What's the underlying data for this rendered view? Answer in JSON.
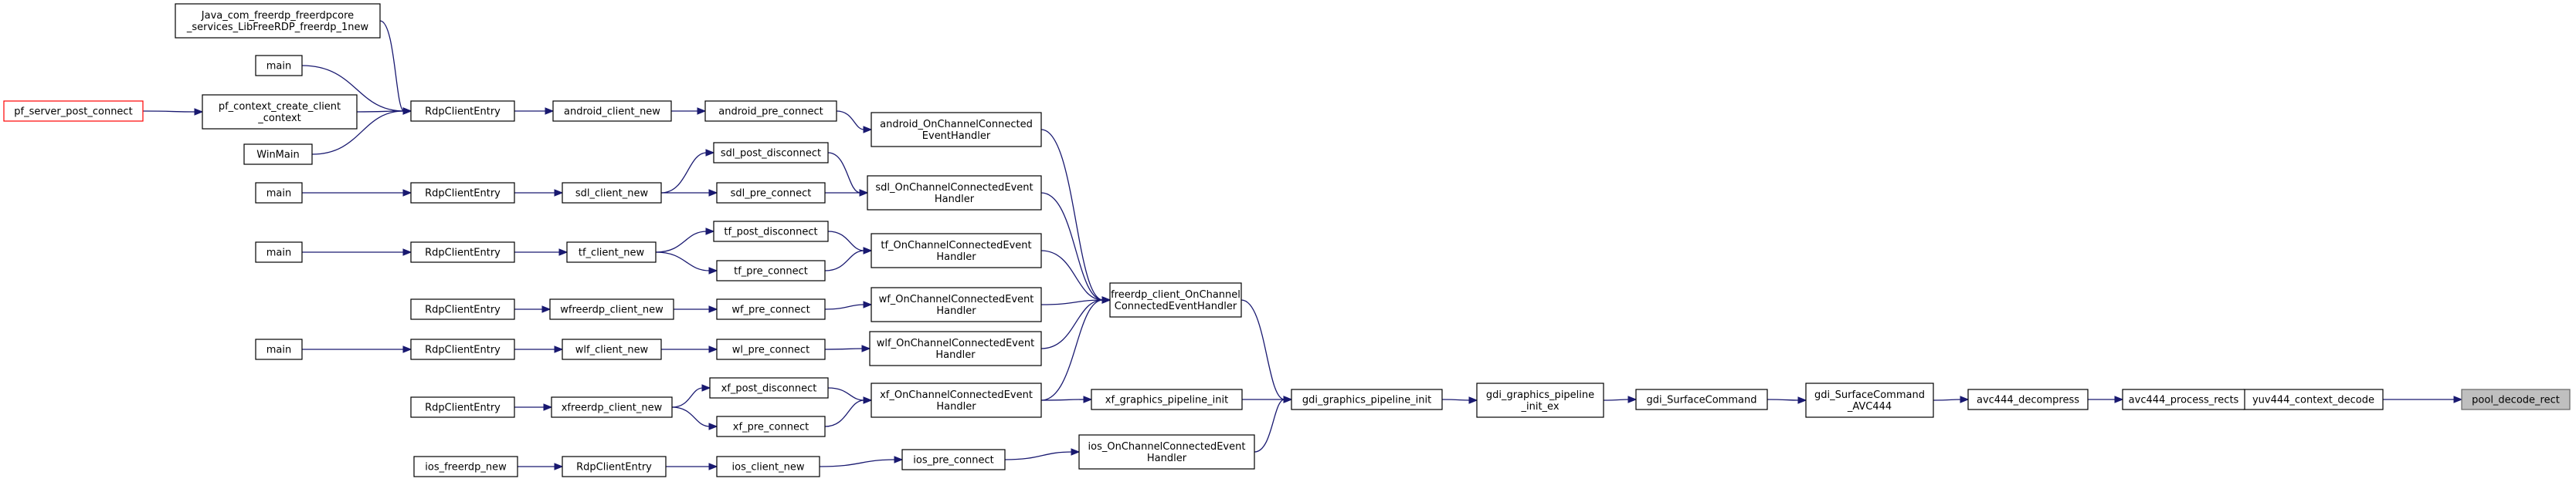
{
  "diagram": {
    "title": "",
    "nodes": [
      {
        "id": "pool_decode_rect",
        "label": "pool_decode_rect",
        "root": true
      },
      {
        "id": "yuv444_context_decode",
        "label": "yuv444_context_decode"
      },
      {
        "id": "avc444_process_rects",
        "label": "avc444_process_rects"
      },
      {
        "id": "avc444_decompress",
        "label": "avc444_decompress"
      },
      {
        "id": "gdi_SurfaceCommand_AVC444",
        "label": "gdi_SurfaceCommand\n_AVC444"
      },
      {
        "id": "gdi_SurfaceCommand",
        "label": "gdi_SurfaceCommand"
      },
      {
        "id": "gdi_graphics_pipeline_init_ex",
        "label": "gdi_graphics_pipeline\n_init_ex"
      },
      {
        "id": "gdi_graphics_pipeline_init",
        "label": "gdi_graphics_pipeline_init"
      },
      {
        "id": "freerdp_client_OnChannelConnectedEventHandler",
        "label": "freerdp_client_OnChannel\nConnectedEventHandler"
      },
      {
        "id": "xf_graphics_pipeline_init",
        "label": "xf_graphics_pipeline_init"
      },
      {
        "id": "ios_OnChannelConnectedEventHandler",
        "label": "ios_OnChannelConnectedEvent\nHandler"
      },
      {
        "id": "android_OnChannelConnectedEventHandler",
        "label": "android_OnChannelConnected\nEventHandler"
      },
      {
        "id": "sdl_OnChannelConnectedEventHandler",
        "label": "sdl_OnChannelConnectedEvent\nHandler"
      },
      {
        "id": "tf_OnChannelConnectedEventHandler",
        "label": "tf_OnChannelConnectedEvent\nHandler"
      },
      {
        "id": "wf_OnChannelConnectedEventHandler",
        "label": "wf_OnChannelConnectedEvent\nHandler"
      },
      {
        "id": "wlf_OnChannelConnectedEventHandler",
        "label": "wlf_OnChannelConnectedEvent\nHandler"
      },
      {
        "id": "xf_OnChannelConnectedEventHandler",
        "label": "xf_OnChannelConnectedEvent\nHandler"
      },
      {
        "id": "android_pre_connect",
        "label": "android_pre_connect"
      },
      {
        "id": "sdl_post_disconnect",
        "label": "sdl_post_disconnect"
      },
      {
        "id": "sdl_pre_connect",
        "label": "sdl_pre_connect"
      },
      {
        "id": "tf_post_disconnect",
        "label": "tf_post_disconnect"
      },
      {
        "id": "tf_pre_connect",
        "label": "tf_pre_connect"
      },
      {
        "id": "wf_pre_connect",
        "label": "wf_pre_connect"
      },
      {
        "id": "wl_pre_connect",
        "label": "wl_pre_connect"
      },
      {
        "id": "xf_post_disconnect",
        "label": "xf_post_disconnect"
      },
      {
        "id": "xf_pre_connect",
        "label": "xf_pre_connect"
      },
      {
        "id": "ios_pre_connect",
        "label": "ios_pre_connect"
      },
      {
        "id": "android_client_new",
        "label": "android_client_new"
      },
      {
        "id": "sdl_client_new",
        "label": "sdl_client_new"
      },
      {
        "id": "tf_client_new",
        "label": "tf_client_new"
      },
      {
        "id": "wfreerdp_client_new",
        "label": "wfreerdp_client_new"
      },
      {
        "id": "wlf_client_new",
        "label": "wlf_client_new"
      },
      {
        "id": "xfreerdp_client_new",
        "label": "xfreerdp_client_new"
      },
      {
        "id": "ios_client_new",
        "label": "ios_client_new"
      },
      {
        "id": "RdpClientEntry_android",
        "label": "RdpClientEntry"
      },
      {
        "id": "RdpClientEntry_sdl",
        "label": "RdpClientEntry"
      },
      {
        "id": "RdpClientEntry_tf",
        "label": "RdpClientEntry"
      },
      {
        "id": "RdpClientEntry_wf",
        "label": "RdpClientEntry"
      },
      {
        "id": "RdpClientEntry_wlf",
        "label": "RdpClientEntry"
      },
      {
        "id": "RdpClientEntry_xf",
        "label": "RdpClientEntry"
      },
      {
        "id": "RdpClientEntry_ios",
        "label": "RdpClientEntry"
      },
      {
        "id": "java_jni",
        "label": "Java_com_freerdp_freerdpcore\n_services_LibFreeRDP_freerdp_1new"
      },
      {
        "id": "main_android",
        "label": "main"
      },
      {
        "id": "pf_context_create_client_context",
        "label": "pf_context_create_client\n_context"
      },
      {
        "id": "WinMain",
        "label": "WinMain"
      },
      {
        "id": "pf_server_post_connect",
        "label": "pf_server_post_connect",
        "extern": true
      },
      {
        "id": "main_sdl",
        "label": "main"
      },
      {
        "id": "main_tf",
        "label": "main"
      },
      {
        "id": "main_wlf",
        "label": "main"
      },
      {
        "id": "ios_freerdp_new",
        "label": "ios_freerdp_new"
      }
    ],
    "edges": [
      [
        "yuv444_context_decode",
        "pool_decode_rect"
      ],
      [
        "avc444_process_rects",
        "yuv444_context_decode"
      ],
      [
        "avc444_decompress",
        "avc444_process_rects"
      ],
      [
        "gdi_SurfaceCommand_AVC444",
        "avc444_decompress"
      ],
      [
        "gdi_SurfaceCommand",
        "gdi_SurfaceCommand_AVC444"
      ],
      [
        "gdi_graphics_pipeline_init_ex",
        "gdi_SurfaceCommand"
      ],
      [
        "gdi_graphics_pipeline_init",
        "gdi_graphics_pipeline_init_ex"
      ],
      [
        "freerdp_client_OnChannelConnectedEventHandler",
        "gdi_graphics_pipeline_init"
      ],
      [
        "xf_graphics_pipeline_init",
        "gdi_graphics_pipeline_init"
      ],
      [
        "ios_OnChannelConnectedEventHandler",
        "gdi_graphics_pipeline_init"
      ],
      [
        "android_OnChannelConnectedEventHandler",
        "freerdp_client_OnChannelConnectedEventHandler"
      ],
      [
        "sdl_OnChannelConnectedEventHandler",
        "freerdp_client_OnChannelConnectedEventHandler"
      ],
      [
        "tf_OnChannelConnectedEventHandler",
        "freerdp_client_OnChannelConnectedEventHandler"
      ],
      [
        "wf_OnChannelConnectedEventHandler",
        "freerdp_client_OnChannelConnectedEventHandler"
      ],
      [
        "wlf_OnChannelConnectedEventHandler",
        "freerdp_client_OnChannelConnectedEventHandler"
      ],
      [
        "xf_OnChannelConnectedEventHandler",
        "freerdp_client_OnChannelConnectedEventHandler"
      ],
      [
        "xf_OnChannelConnectedEventHandler",
        "xf_graphics_pipeline_init"
      ],
      [
        "android_pre_connect",
        "android_OnChannelConnectedEventHandler"
      ],
      [
        "sdl_post_disconnect",
        "sdl_OnChannelConnectedEventHandler"
      ],
      [
        "sdl_pre_connect",
        "sdl_OnChannelConnectedEventHandler"
      ],
      [
        "tf_post_disconnect",
        "tf_OnChannelConnectedEventHandler"
      ],
      [
        "tf_pre_connect",
        "tf_OnChannelConnectedEventHandler"
      ],
      [
        "wf_pre_connect",
        "wf_OnChannelConnectedEventHandler"
      ],
      [
        "wl_pre_connect",
        "wlf_OnChannelConnectedEventHandler"
      ],
      [
        "xf_post_disconnect",
        "xf_OnChannelConnectedEventHandler"
      ],
      [
        "xf_pre_connect",
        "xf_OnChannelConnectedEventHandler"
      ],
      [
        "ios_pre_connect",
        "ios_OnChannelConnectedEventHandler"
      ],
      [
        "android_client_new",
        "android_pre_connect"
      ],
      [
        "sdl_client_new",
        "sdl_post_disconnect"
      ],
      [
        "sdl_client_new",
        "sdl_pre_connect"
      ],
      [
        "tf_client_new",
        "tf_post_disconnect"
      ],
      [
        "tf_client_new",
        "tf_pre_connect"
      ],
      [
        "wfreerdp_client_new",
        "wf_pre_connect"
      ],
      [
        "wlf_client_new",
        "wl_pre_connect"
      ],
      [
        "xfreerdp_client_new",
        "xf_post_disconnect"
      ],
      [
        "xfreerdp_client_new",
        "xf_pre_connect"
      ],
      [
        "ios_client_new",
        "ios_pre_connect"
      ],
      [
        "RdpClientEntry_android",
        "android_client_new"
      ],
      [
        "RdpClientEntry_sdl",
        "sdl_client_new"
      ],
      [
        "RdpClientEntry_tf",
        "tf_client_new"
      ],
      [
        "RdpClientEntry_wf",
        "wfreerdp_client_new"
      ],
      [
        "RdpClientEntry_wlf",
        "wlf_client_new"
      ],
      [
        "RdpClientEntry_xf",
        "xfreerdp_client_new"
      ],
      [
        "RdpClientEntry_ios",
        "ios_client_new"
      ],
      [
        "java_jni",
        "RdpClientEntry_android"
      ],
      [
        "main_android",
        "RdpClientEntry_android"
      ],
      [
        "pf_context_create_client_context",
        "RdpClientEntry_android"
      ],
      [
        "WinMain",
        "RdpClientEntry_android"
      ],
      [
        "pf_server_post_connect",
        "pf_context_create_client_context"
      ],
      [
        "main_sdl",
        "RdpClientEntry_sdl"
      ],
      [
        "main_tf",
        "RdpClientEntry_tf"
      ],
      [
        "main_wlf",
        "RdpClientEntry_wlf"
      ],
      [
        "ios_freerdp_new",
        "RdpClientEntry_ios"
      ]
    ]
  }
}
